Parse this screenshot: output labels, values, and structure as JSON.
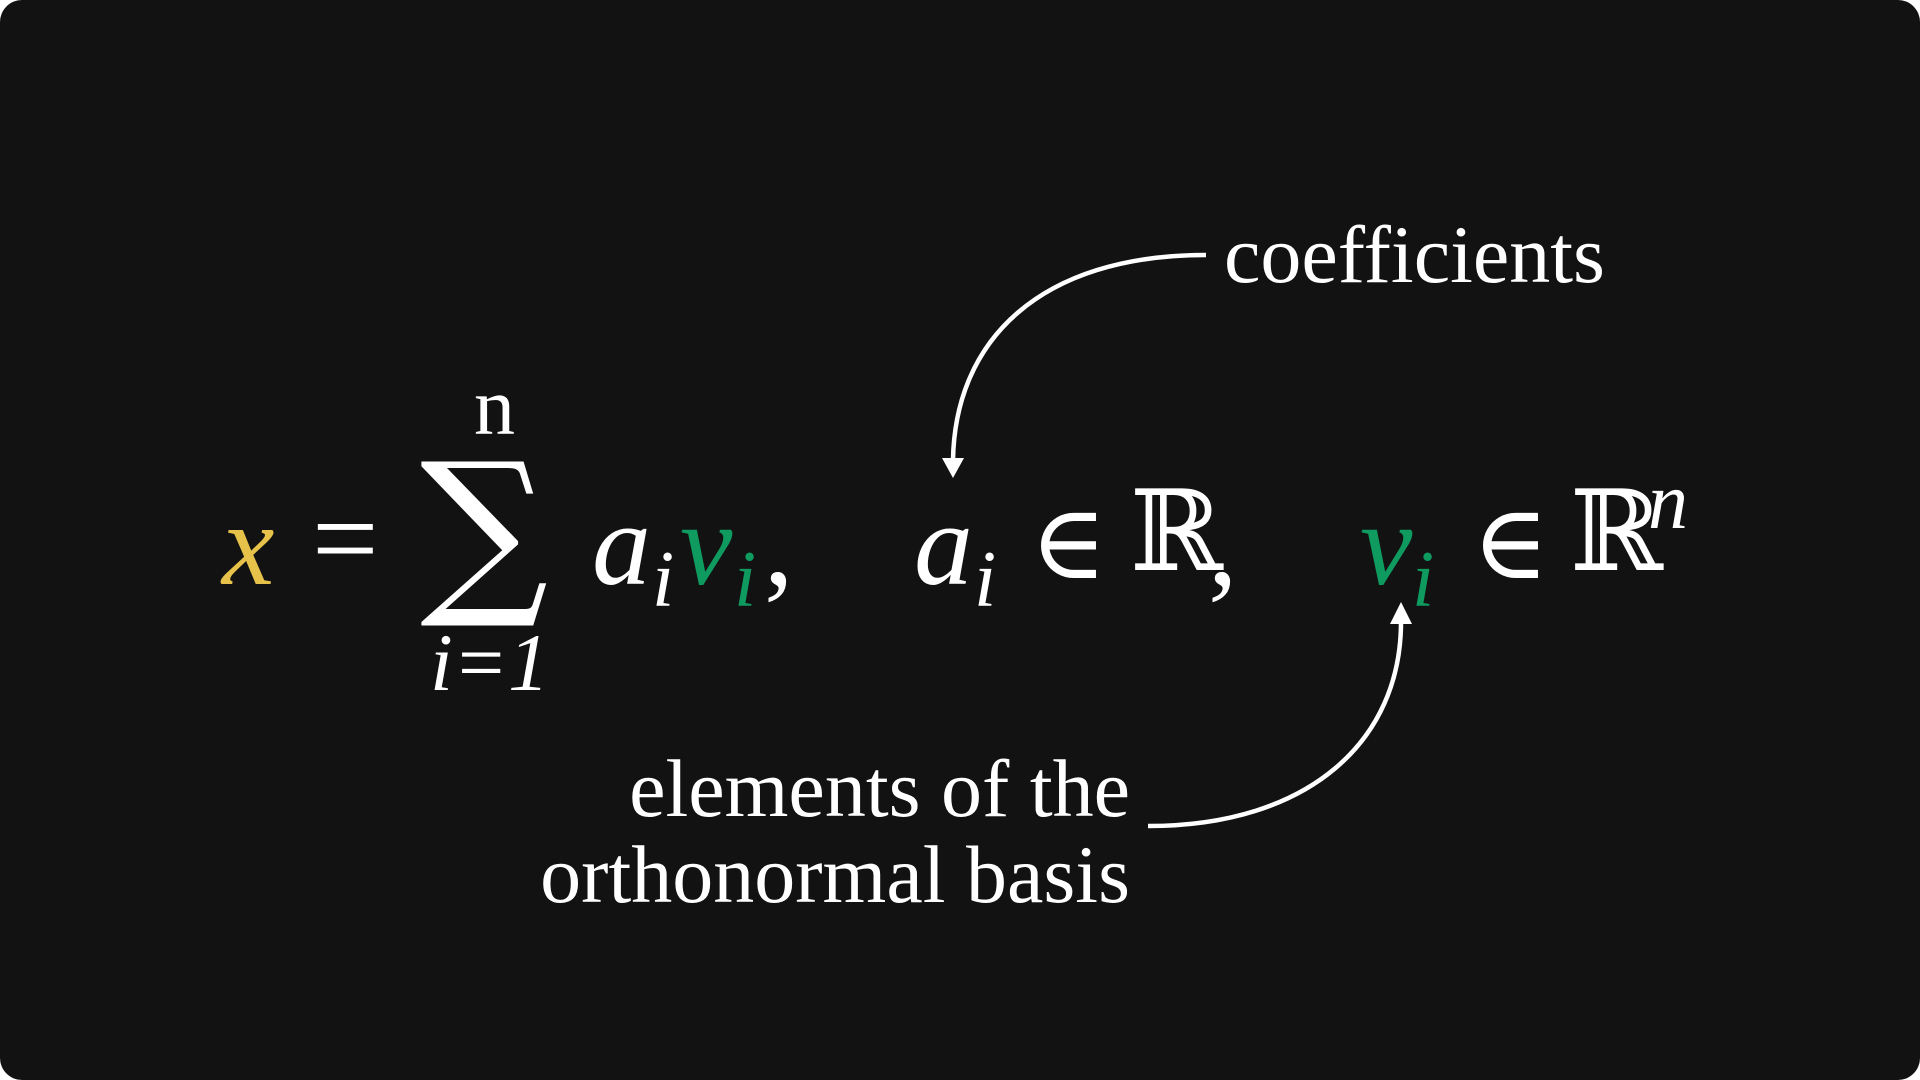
{
  "colors": {
    "background": "#121212",
    "text": "#ffffff",
    "x_highlight": "#e6c24a",
    "v_highlight": "#0f9a5f"
  },
  "equation": {
    "lhs": "x",
    "equals": "=",
    "sum_symbol": "∑",
    "sum_upper": "n",
    "sum_lower": "i=1",
    "term_a": "a",
    "term_a_sub": "i",
    "term_v": "v",
    "term_v_sub": "i",
    "comma": ","
  },
  "condition_a": {
    "var": "a",
    "sub": "i",
    "in": "∈",
    "set": "ℝ",
    "comma": ","
  },
  "condition_v": {
    "var": "v",
    "sub": "i",
    "in": "∈",
    "set": "ℝ",
    "sup": "n"
  },
  "annotations": {
    "coefficients": "coefficients",
    "basis_line1": "elements of the",
    "basis_line2": "orthonormal basis"
  }
}
